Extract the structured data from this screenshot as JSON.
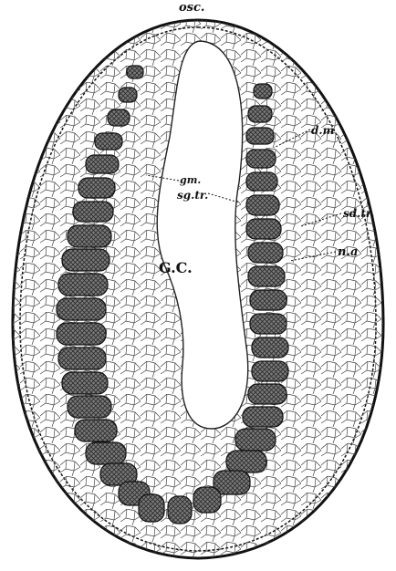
{
  "labels": {
    "osc": "osc.",
    "dm": "d.m",
    "gm": "gm.",
    "sgtr": "sg.tr.",
    "sdtr": "sd.tr.",
    "na": "n.a",
    "gc": "G.C."
  },
  "colors": {
    "ink": "#111111",
    "tube_fill": "#6a6a6a",
    "tube_light": "#bdbdbd",
    "paper": "#ffffff"
  }
}
